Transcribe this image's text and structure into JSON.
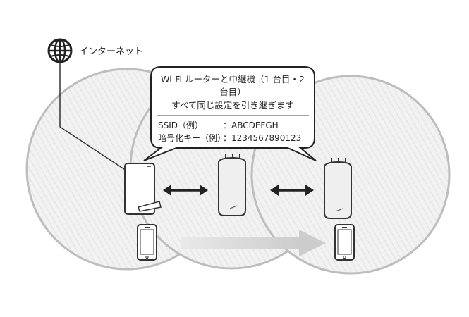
{
  "internet": {
    "label": "インターネット",
    "icon": "globe-icon"
  },
  "callout": {
    "title_line1": "Wi-Fi ルーターと中継機（1 台目・2",
    "title_line2": "台目）",
    "title_line3": "すべて同じ設定を引き継ぎます",
    "ssid_label": "SSID（例）",
    "ssid_value": "：ABCDEFGH",
    "key_label": "暗号化キー（例）",
    "key_value": "：1234567890123"
  },
  "devices": {
    "router": "router-icon",
    "repeater_1": "repeater-icon",
    "repeater_2": "repeater-icon",
    "phone_1": "smartphone-icon",
    "phone_2": "smartphone-icon"
  },
  "colors": {
    "coverage_fill": "#efefef",
    "coverage_stroke": "#bdbdbd",
    "stroke": "#333333",
    "arrow": "#222222",
    "move_arrow": "#cfcfcf"
  }
}
